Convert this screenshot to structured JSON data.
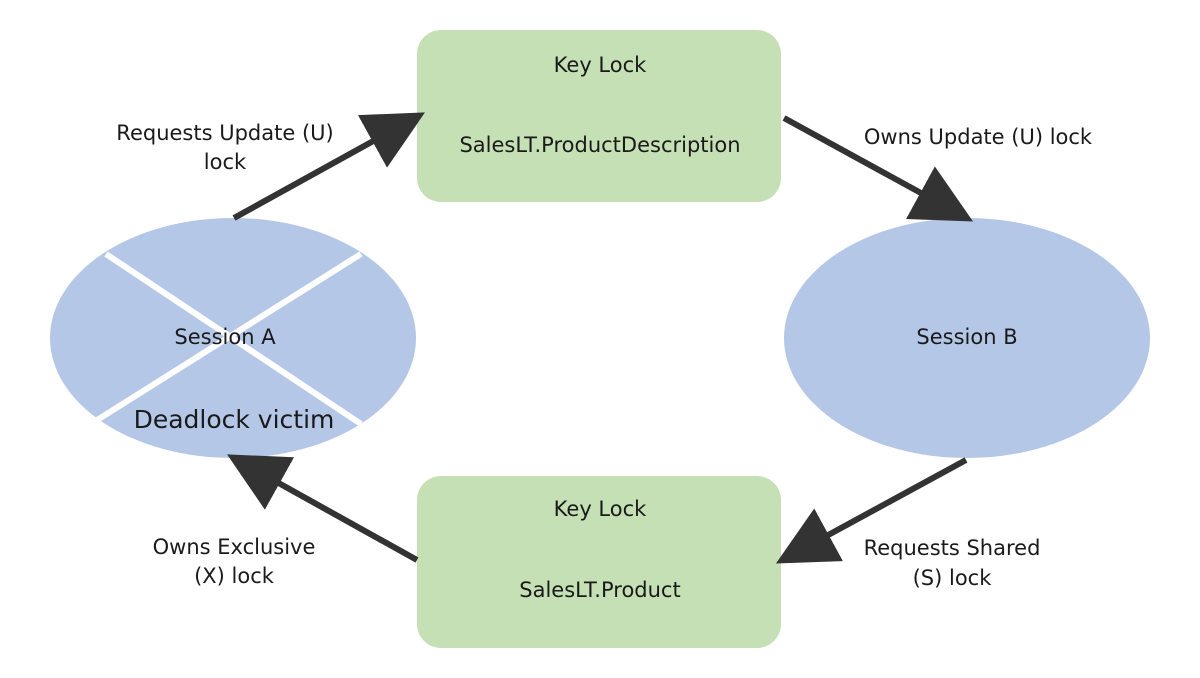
{
  "colors": {
    "session": "#b4c7e7",
    "lock_box": "#c5e0b4",
    "arrow": "#333333",
    "victim_cross": "#ffffff"
  },
  "lock_top": {
    "title": "Key Lock",
    "resource": "SalesLT.ProductDescription"
  },
  "lock_bottom": {
    "title": "Key Lock",
    "resource": "SalesLT.Product"
  },
  "session_a": {
    "label": "Session A",
    "status": "Deadlock victim"
  },
  "session_b": {
    "label": "Session B"
  },
  "edges": {
    "a_requests_top": [
      "Requests Update (U)",
      "lock"
    ],
    "b_owns_top": [
      "Owns Update (U) lock"
    ],
    "b_requests_bottom": [
      "Requests Shared",
      "(S) lock"
    ],
    "a_owns_bottom": [
      "Owns Exclusive",
      "(X) lock"
    ]
  }
}
